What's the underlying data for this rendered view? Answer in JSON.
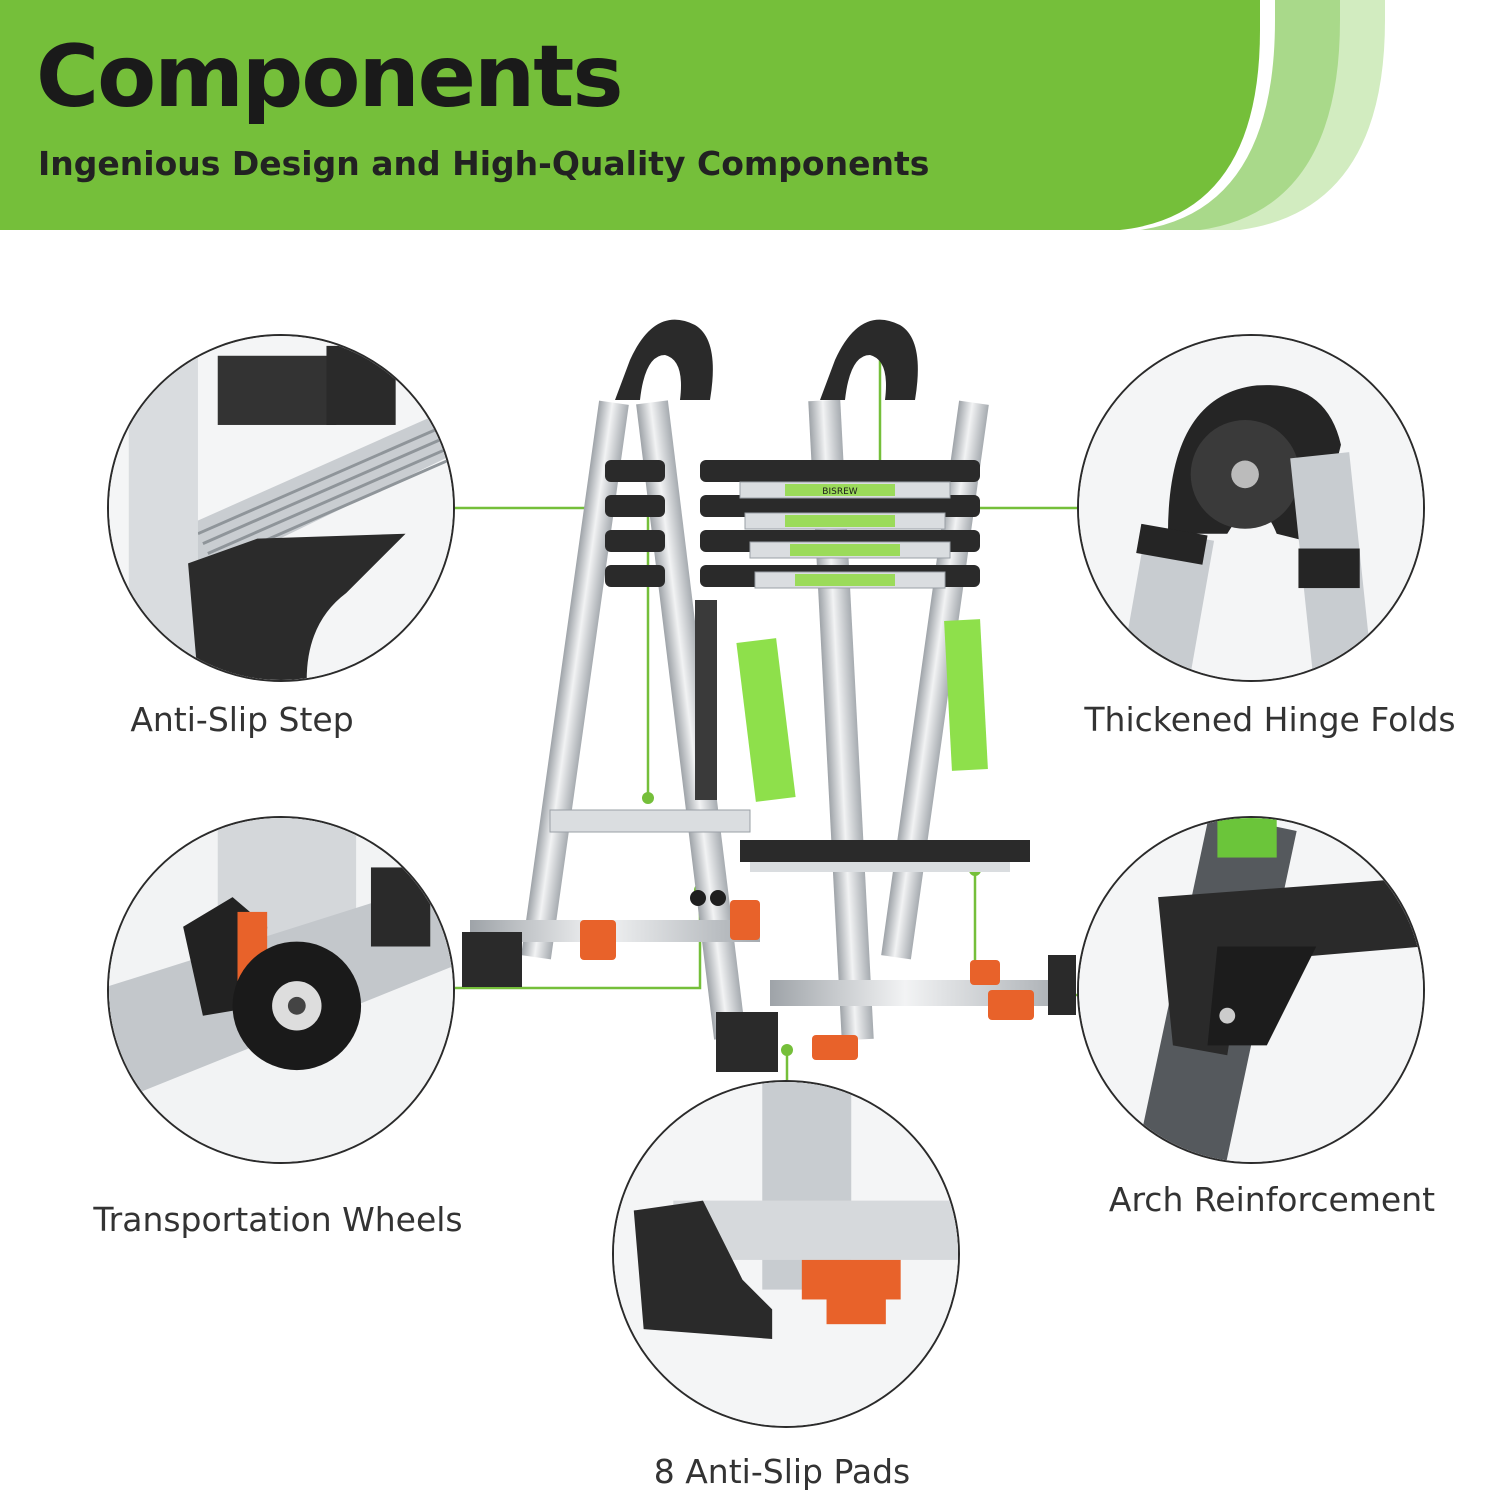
{
  "header": {
    "title": "Components",
    "subtitle": "Ingenious Design and High-Quality Components",
    "accent_color": "#75BF3A",
    "accent_light_color": "#A9D98A",
    "accent_pale_color": "#D2ECC0"
  },
  "product": {
    "brand_label": "BISREW",
    "ladder_image_name": "telescoping-a-frame-ladder"
  },
  "components": [
    {
      "label": "Anti-Slip Step",
      "icon": "anti-slip-step-icon"
    },
    {
      "label": "Thickened Hinge Folds",
      "icon": "hinge-icon"
    },
    {
      "label": "Transportation Wheels",
      "icon": "wheel-icon"
    },
    {
      "label": "Arch Reinforcement",
      "icon": "arch-icon"
    },
    {
      "label": "8 Anti-Slip Pads",
      "icon": "foot-pad-icon"
    }
  ],
  "colors": {
    "connector": "#75BF3A",
    "aluminum": "#C9CCCF",
    "black_part": "#2A2A2A",
    "orange_part": "#E8622A",
    "label_text": "#333333"
  }
}
